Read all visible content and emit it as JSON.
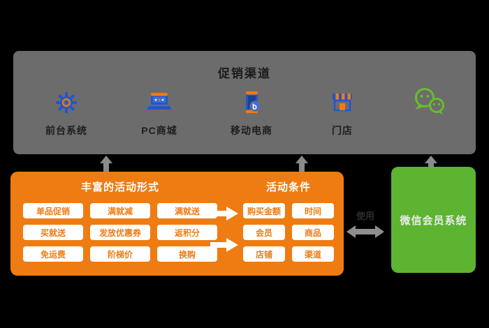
{
  "colors": {
    "background": "#000000",
    "channel_panel": "#6c6c6c",
    "accent_orange": "#ee7c12",
    "brand_green": "#5cb431",
    "wechat_green": "#67bd2d",
    "icon_blue": "#2356c7",
    "chip_bg": "#ffffff"
  },
  "channels": {
    "title": "促销渠道",
    "items": [
      {
        "label": "前台系统",
        "icon": "gear-icon"
      },
      {
        "label": "PC商城",
        "icon": "laptop-icon"
      },
      {
        "label": "移动电商",
        "icon": "mobile-icon"
      },
      {
        "label": "门店",
        "icon": "store-icon"
      },
      {
        "label": "",
        "icon": "wechat-icon"
      }
    ]
  },
  "promo": {
    "title": "丰富的活动形式",
    "items": [
      "单品促销",
      "满就减",
      "满就送",
      "买就送",
      "发放优惠券",
      "返积分",
      "免运费",
      "阶梯价",
      "换购"
    ]
  },
  "conditions": {
    "title": "活动条件",
    "items": [
      "购买金额",
      "时间",
      "会员",
      "商品",
      "店铺",
      "渠道"
    ]
  },
  "wechat_box": {
    "label": "微信会员系统"
  },
  "connector": {
    "label": "使用"
  }
}
